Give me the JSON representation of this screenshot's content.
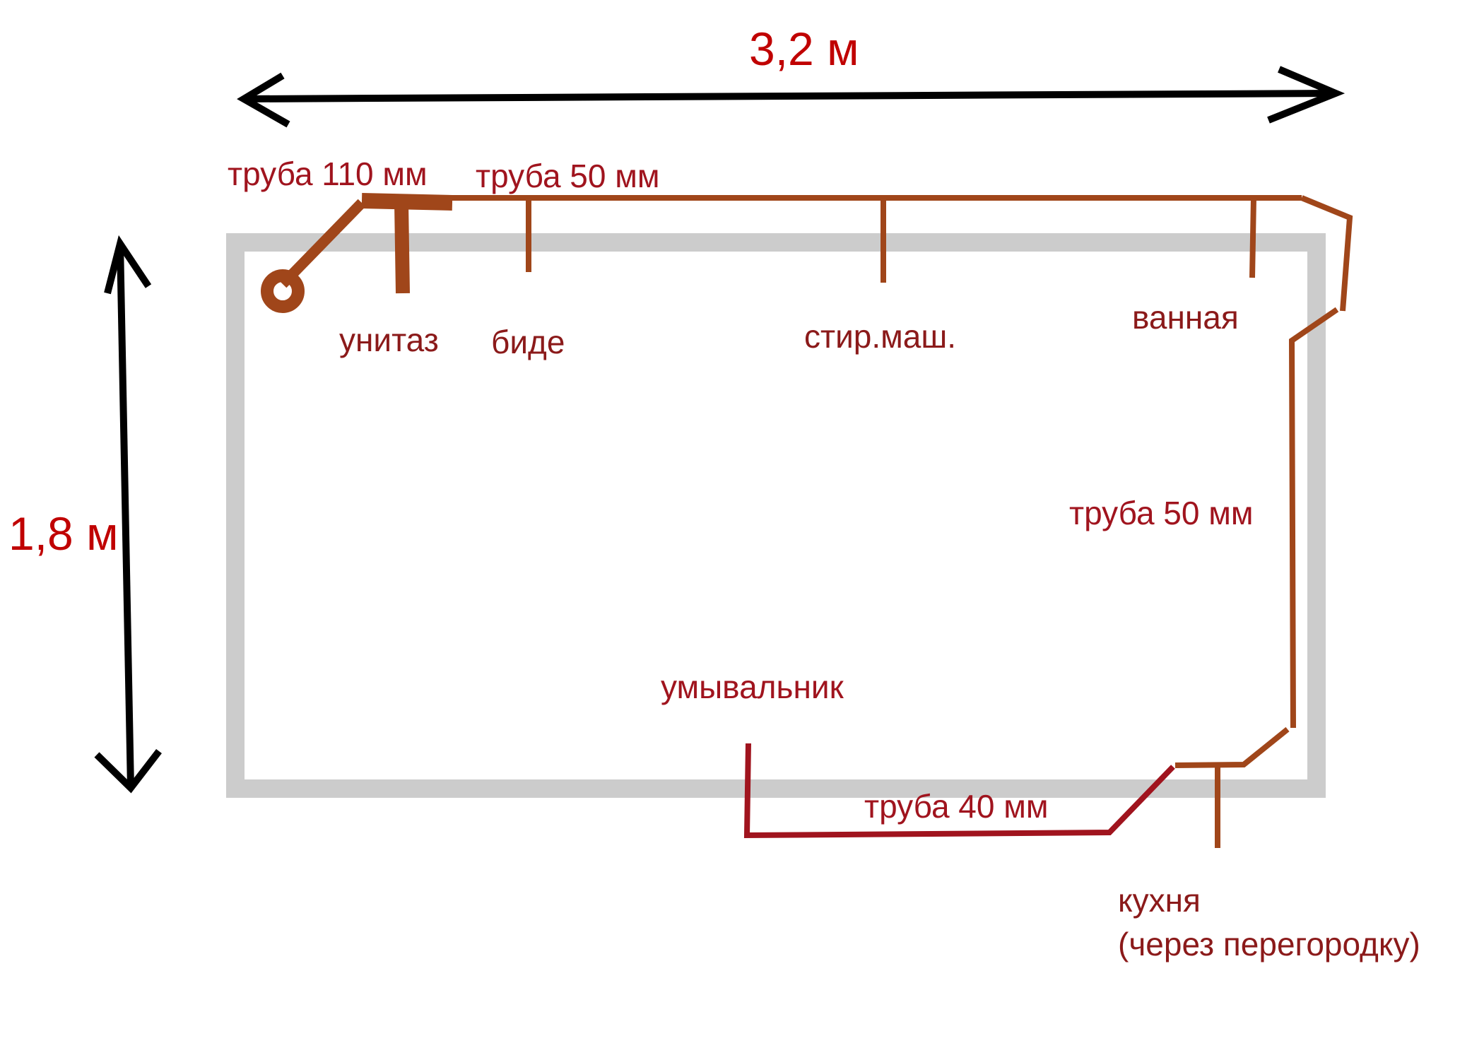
{
  "dimensions": {
    "width_label": "3,2 м",
    "height_label": "1,8 м"
  },
  "pipes": {
    "pipe_110": "труба 110 мм",
    "pipe_50_top": "труба 50 мм",
    "pipe_50_right": "труба 50 мм",
    "pipe_40": "труба 40 мм"
  },
  "fixtures": {
    "toilet": "унитаз",
    "bidet": "биде",
    "washing_machine": "стир.маш.",
    "bathtub": "ванная",
    "washbasin": "умывальник",
    "kitchen_line1": "кухня",
    "kitchen_line2": "(через перегородку)"
  },
  "colors": {
    "pipe_brown": "#a0461a",
    "pipe_red": "#a0141e",
    "wall_gray": "#cccccc",
    "label_red": "#c00000",
    "arrow_black": "#000000"
  }
}
